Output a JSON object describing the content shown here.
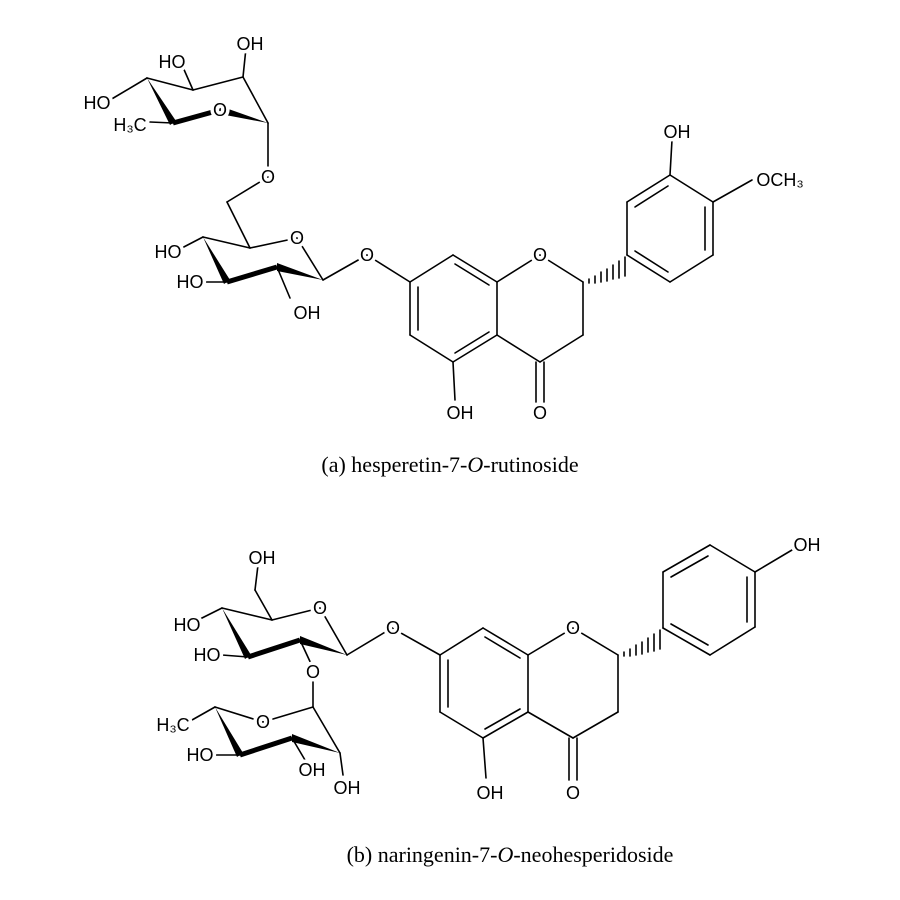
{
  "molecule_a": {
    "labels": {
      "rha_c2_oh": "OH",
      "rha_c3_ho": "HO",
      "rha_c4_ho": "HO",
      "rha_methyl": "H₃C",
      "rha_ring_o": "O",
      "link_o": "O",
      "glc_ring_o": "O",
      "glc_c4_ho": "HO",
      "glc_c3_ho": "HO",
      "glc_c2_oh": "OH",
      "o7": "O",
      "o1": "O",
      "c5_oh": "OH",
      "c4_o": "O",
      "b_oh": "OH",
      "b_och3": "OCH₃"
    },
    "caption": {
      "prefix": "(a) hesperetin-7-",
      "italic": "O",
      "suffix": "-rutinoside"
    }
  },
  "molecule_b": {
    "labels": {
      "glc_c6_oh": "OH",
      "glc_ring_o": "O",
      "glc_c4_ho": "HO",
      "glc_c3_ho": "HO",
      "glc_o2": "O",
      "rha_ring_o": "O",
      "rha_methyl": "H₃C",
      "rha_c4_ho": "HO",
      "rha_c3_oh": "OH",
      "rha_c2_oh": "OH",
      "o7": "O",
      "o1": "O",
      "c5_oh": "OH",
      "c4_o": "O",
      "b_oh": "OH"
    },
    "caption": {
      "prefix": "(b) naringenin-7-",
      "italic": "O",
      "suffix": "-neohesperidoside"
    }
  }
}
